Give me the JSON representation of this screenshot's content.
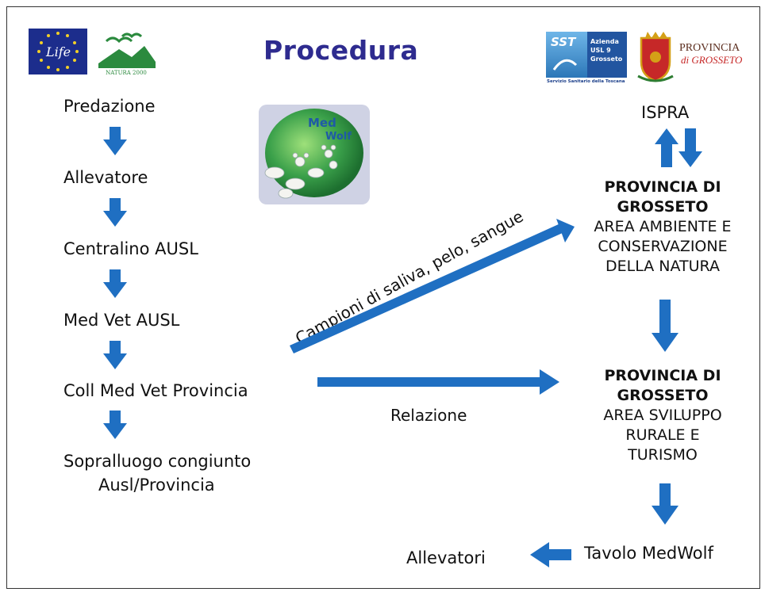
{
  "title": "Procedura",
  "left_chain": [
    "Predazione",
    "Allevatore",
    "Centralino AUSL",
    "Med Vet AUSL",
    "Coll Med Vet Provincia",
    "Sopralluogo congiunto",
    "Ausl/Provincia"
  ],
  "right": {
    "ispra": "ISPRA",
    "prov1_title_1": "PROVINCIA DI",
    "prov1_title_2": "GROSSETO",
    "prov1_sub_1": "AREA AMBIENTE E",
    "prov1_sub_2": "CONSERVAZIONE",
    "prov1_sub_3": "DELLA NATURA",
    "prov2_title_1": "PROVINCIA DI",
    "prov2_title_2": "GROSSETO",
    "prov2_sub_1": "AREA SVILUPPO",
    "prov2_sub_2": "RURALE E",
    "prov2_sub_3": "TURISMO",
    "tavolo": "Tavolo MedWolf",
    "allevatori": "Allevatori"
  },
  "edges": {
    "samples": "Campioni di saliva, pelo, sangue",
    "relazione": "Relazione"
  },
  "logos": {
    "life": "Life",
    "natura": "NATURA 2000",
    "medwolf_1": "Med",
    "medwolf_2": "Wolf",
    "sst": "SST",
    "asl_1": "Azienda",
    "asl_2": "USL 9",
    "asl_3": "Grosseto",
    "asl_caption": "Servizio Sanitario della Toscana",
    "prov_1": "PROVINCIA",
    "prov_2": "di GROSSETO"
  },
  "colors": {
    "arrow": "#1f6fc2",
    "title": "#2e2b8f"
  }
}
